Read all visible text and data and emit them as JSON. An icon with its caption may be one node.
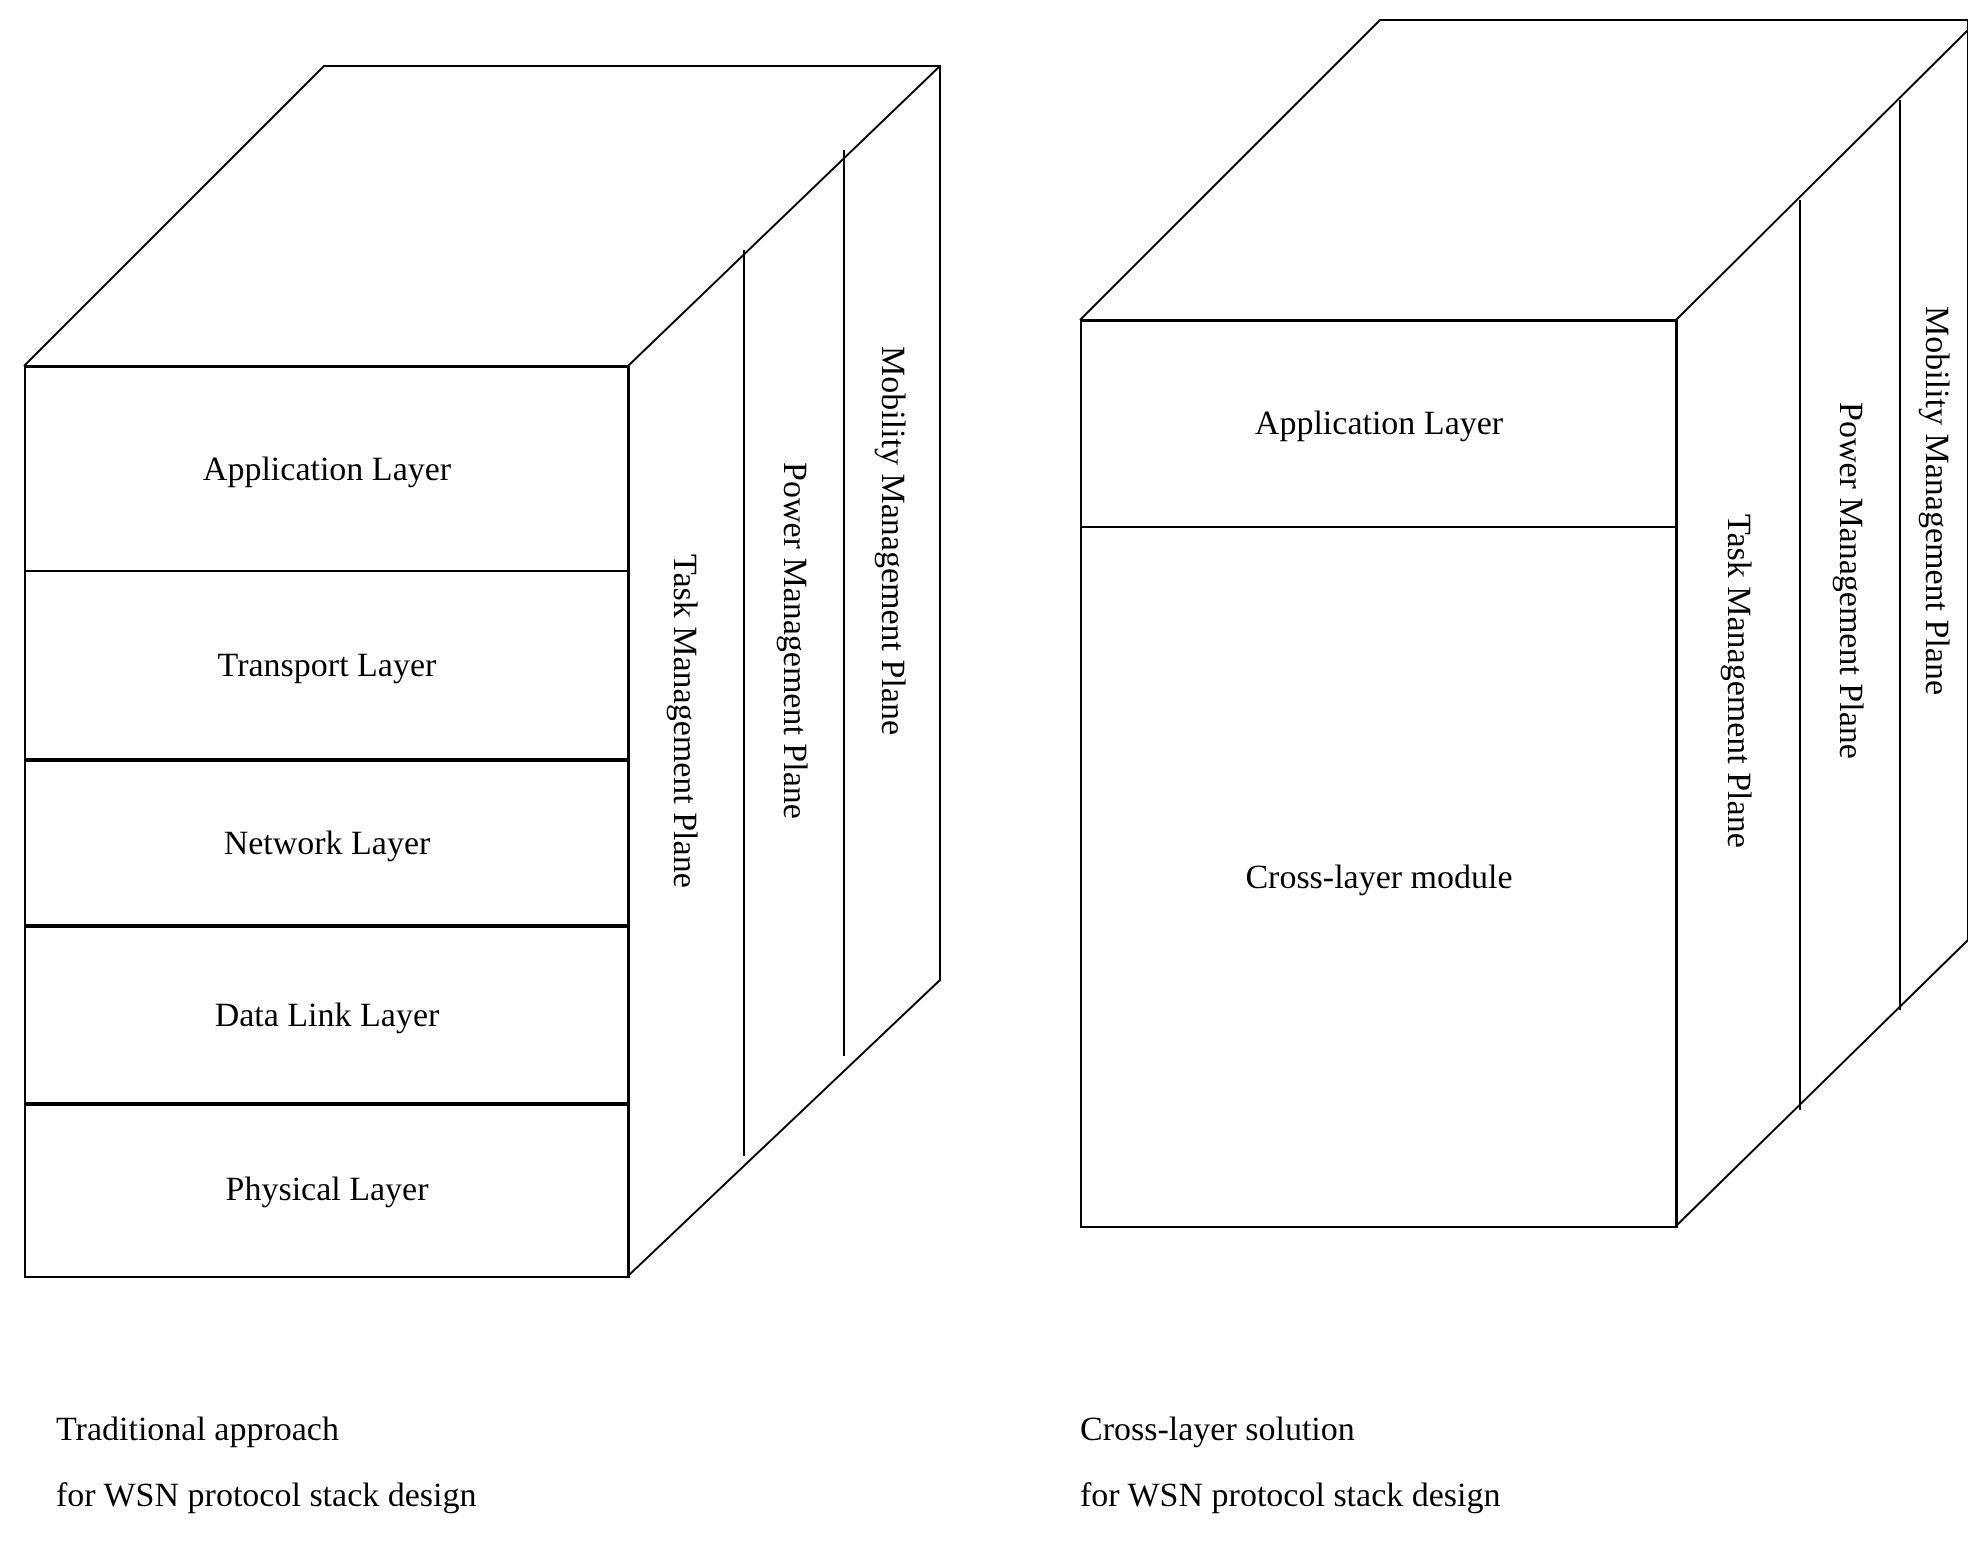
{
  "diagram": {
    "nodes": [
      {
        "text": [
          "Application Layer"
        ]
      },
      {
        "text": [
          "Transport Layer"
        ]
      },
      {
        "text": [
          "Network Layer"
        ]
      },
      {
        "text": [
          "Data Link Layer"
        ]
      },
      {
        "text": [
          "Physical Layer"
        ]
      },
      {
        "text": [
          "Task Management Plane"
        ]
      },
      {
        "text": [
          "Power Management Plane"
        ]
      },
      {
        "text": [
          "Mobility Management Plane"
        ]
      },
      {
        "text": [
          "Application Layer"
        ]
      },
      {
        "text": [
          "Cross-layer module"
        ]
      },
      {
        "text": [
          "Task Management Plane"
        ]
      },
      {
        "text": [
          "Power Management Plane"
        ]
      },
      {
        "text": [
          "Mobility Management Plane"
        ]
      }
    ],
    "edges": [],
    "labels": [
      "Traditional approach",
      "for WSN protocol stack design",
      "Cross-layer solution",
      "for WSN protocol stack design"
    ]
  }
}
